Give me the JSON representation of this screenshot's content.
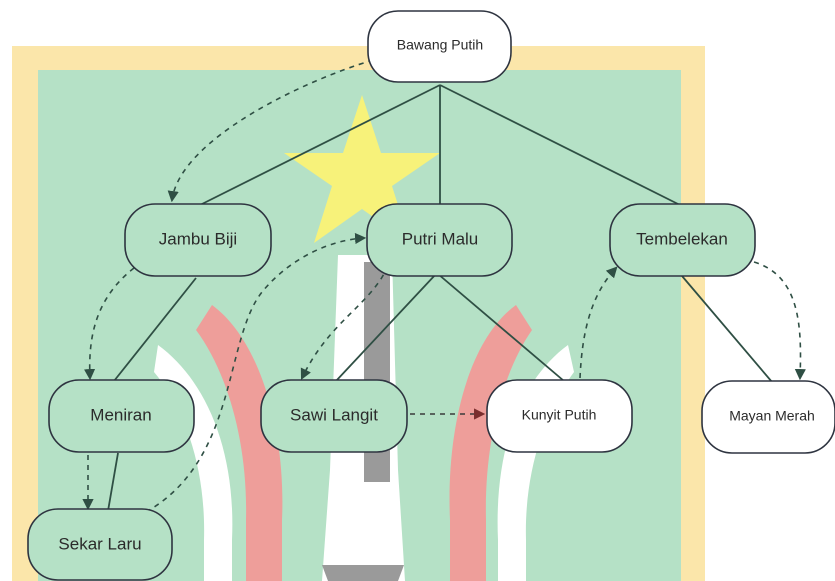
{
  "colors": {
    "background_green": "#b5e1c6",
    "frame_yellow": "#fbe6aa",
    "star_yellow": "#f7f27a",
    "ribbon_pink": "#ee9e9a",
    "sword_gray": "#9a9a9a",
    "node_fill_green": "#b5e1c6",
    "node_fill_white": "#ffffff",
    "arrow_dark_red": "#7a2e2e"
  },
  "nodes": {
    "bawang_putih": "Bawang Putih",
    "jambu_biji": "Jambu Biji",
    "putri_malu": "Putri Malu",
    "tembelekan": "Tembelekan",
    "meniran": "Meniran",
    "sawi_langit": "Sawi Langit",
    "kunyit_putih": "Kunyit Putih",
    "mayan_merah": "Mayan Merah",
    "sekar_laru": "Sekar Laru"
  }
}
